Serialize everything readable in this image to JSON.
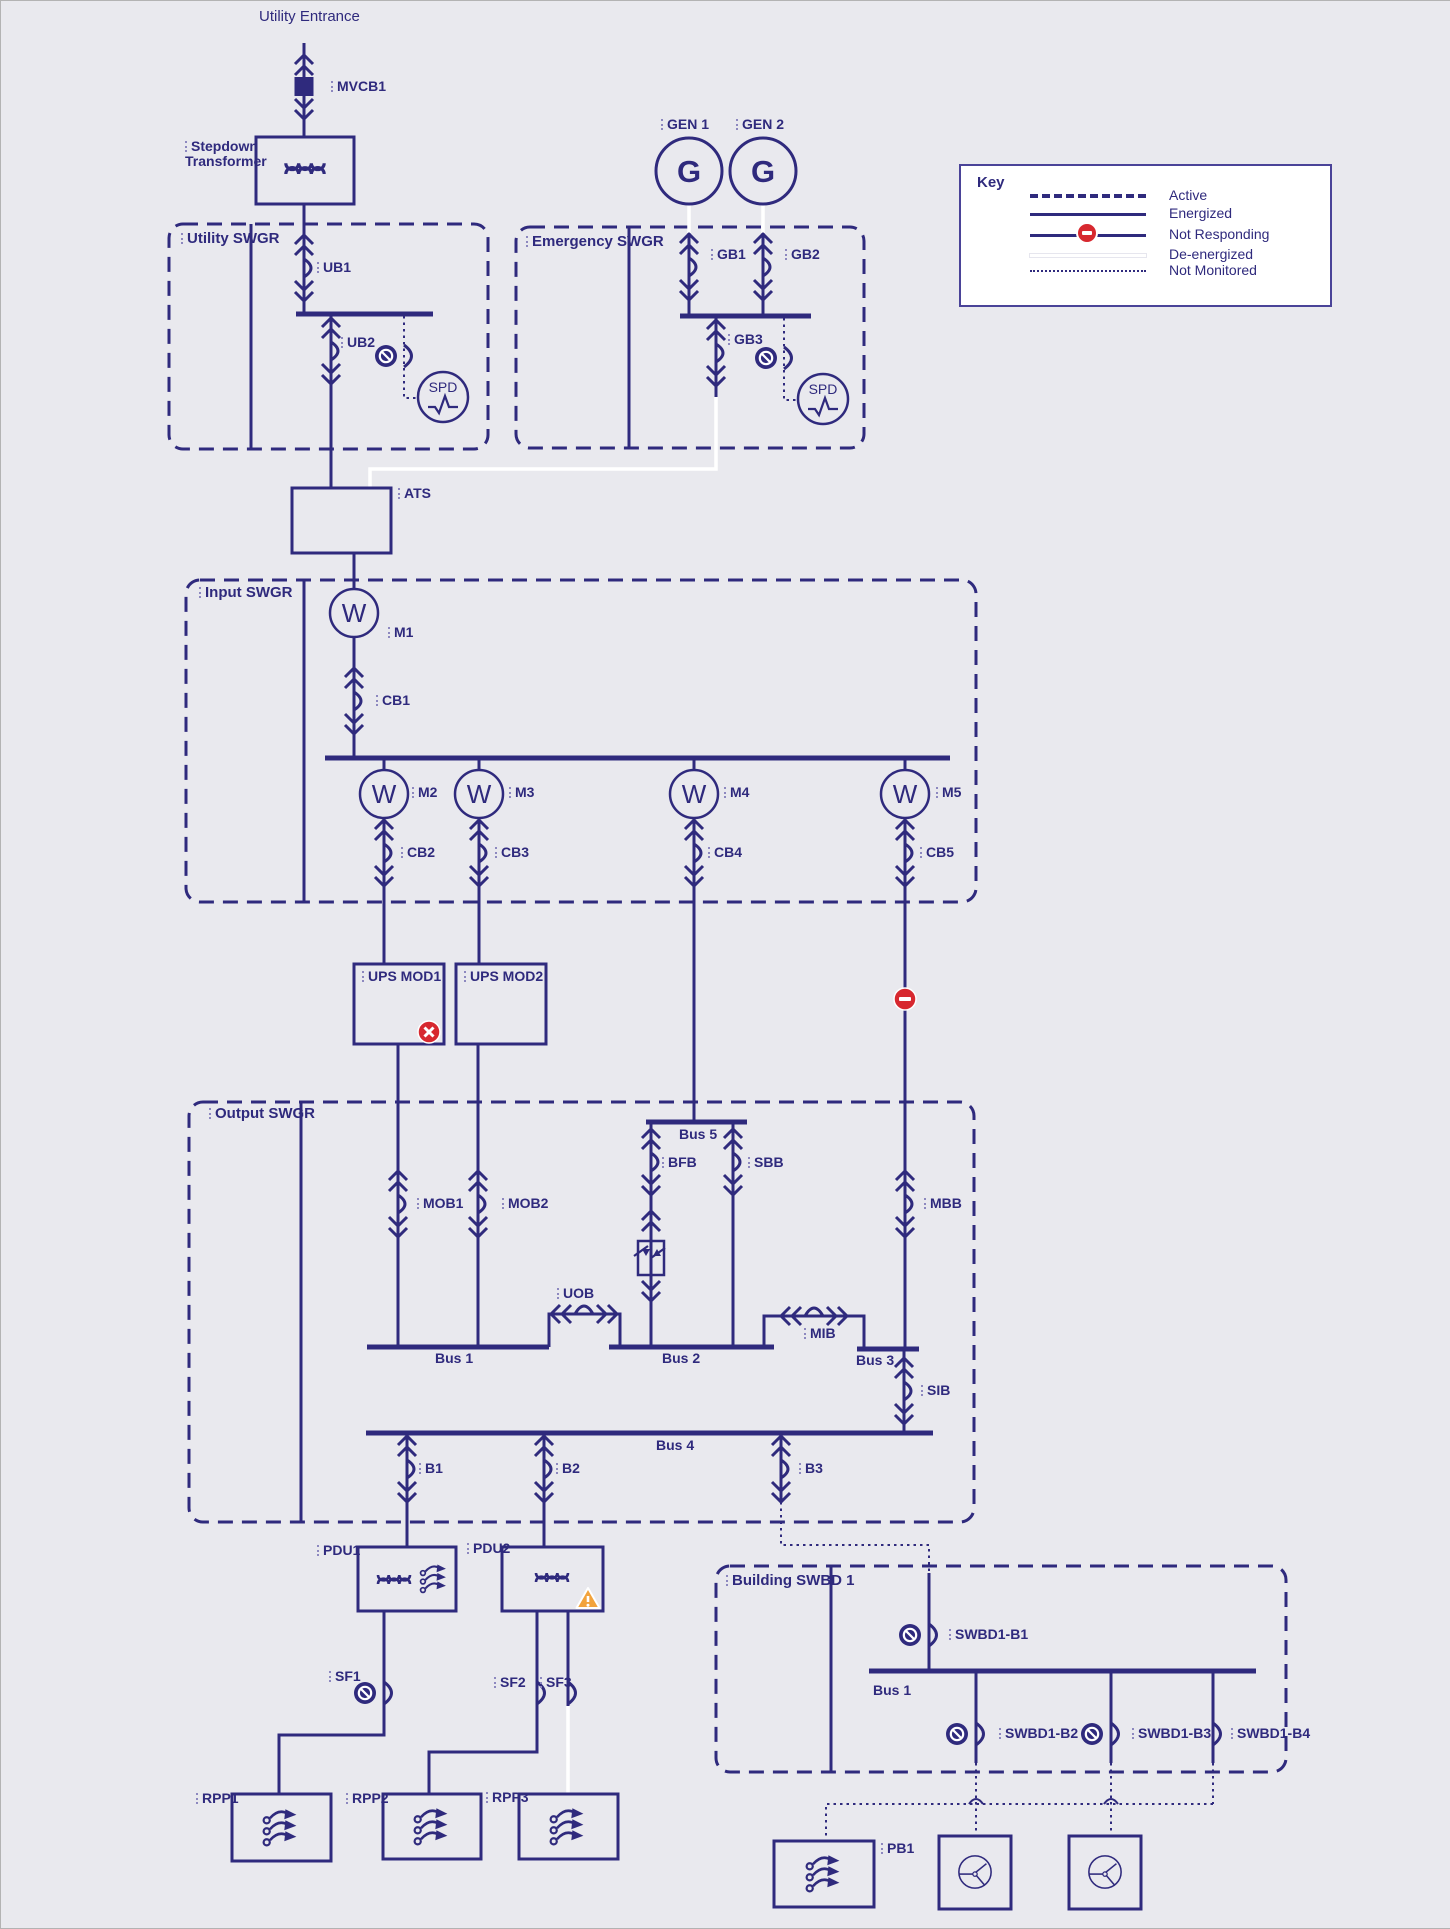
{
  "colors": {
    "navy": "#2f2a7d",
    "background": "#e9e9ee",
    "red": "#d7282f",
    "orange": "#f2a33c",
    "white": "#ffffff"
  },
  "symbols": {
    "generator": "G",
    "meter": "W",
    "spd": "SPD"
  },
  "key": {
    "title": "Key",
    "items": [
      {
        "label": "Active",
        "style": "active"
      },
      {
        "label": "Energized",
        "style": "energized"
      },
      {
        "label": "Not Responding",
        "style": "not-responding"
      },
      {
        "label": "De-energized",
        "style": "de-energized"
      },
      {
        "label": "Not Monitored",
        "style": "not-monitored"
      }
    ]
  },
  "labels": {
    "utility_entrance": "Utility Entrance",
    "mvcb1": "MVCB1",
    "stepdown_transformer": "Stepdown\nTransformer",
    "utility_swgr": "Utility SWGR",
    "ub1": "UB1",
    "ub2": "UB2",
    "emergency_swgr": "Emergency SWGR",
    "gen1": "GEN 1",
    "gen2": "GEN 2",
    "gb1": "GB1",
    "gb2": "GB2",
    "gb3": "GB3",
    "ats": "ATS",
    "input_swgr": "Input SWGR",
    "m1": "M1",
    "m2": "M2",
    "m3": "M3",
    "m4": "M4",
    "m5": "M5",
    "cb1": "CB1",
    "cb2": "CB2",
    "cb3": "CB3",
    "cb4": "CB4",
    "cb5": "CB5",
    "ups_mod1": "UPS MOD1",
    "ups_mod2": "UPS MOD2",
    "output_swgr": "Output SWGR",
    "mob1": "MOB1",
    "mob2": "MOB2",
    "bus5": "Bus 5",
    "bfb": "BFB",
    "sbb": "SBB",
    "mbb": "MBB",
    "uob": "UOB",
    "mib": "MIB",
    "sib": "SIB",
    "bus1": "Bus 1",
    "bus2": "Bus 2",
    "bus3": "Bus 3",
    "bus4": "Bus 4",
    "b1": "B1",
    "b2": "B2",
    "b3": "B3",
    "pdu1": "PDU1",
    "pdu2": "PDU2",
    "sf1": "SF1",
    "sf2": "SF2",
    "sf3": "SF3",
    "rpp1": "RPP1",
    "rpp2": "RPP2",
    "rpp3": "RPP3",
    "building_swbd1": "Building SWBD 1",
    "swbd1_b1": "SWBD1-B1",
    "swbd1_b2": "SWBD1-B2",
    "swbd1_b3": "SWBD1-B3",
    "swbd1_b4": "SWBD1-B4",
    "swbd1_bus1": "Bus 1",
    "pb1": "PB1"
  }
}
